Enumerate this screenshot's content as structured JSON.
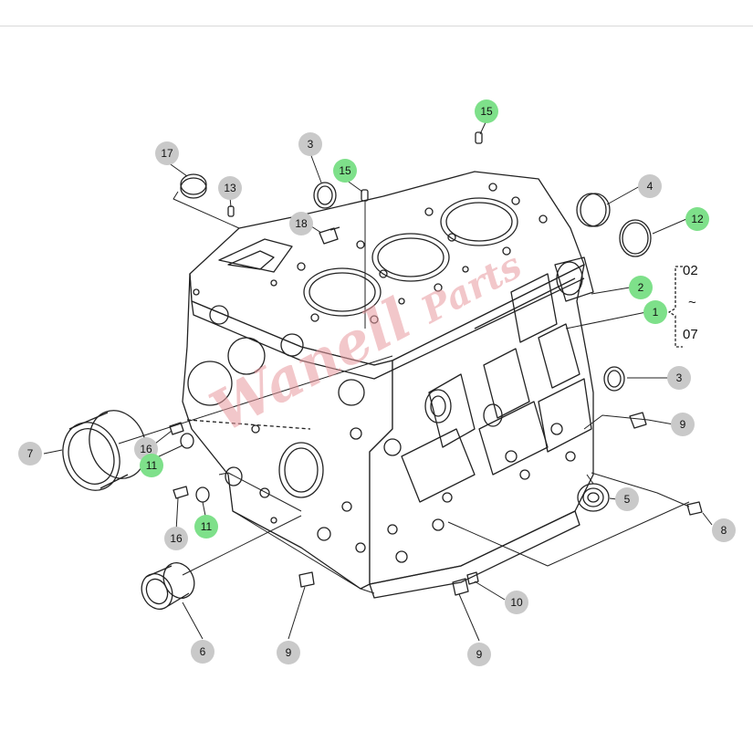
{
  "colors": {
    "highlight": "#7ee08a",
    "normal": "#c9c9c9",
    "line": "#222222",
    "watermark": "#e89aa0"
  },
  "watermark": {
    "text": "Wanell",
    "sub": "Parts"
  },
  "range_label": {
    "from": "02",
    "tilde": "~",
    "to": "07"
  },
  "callouts": [
    {
      "id": "c15a",
      "num": "15",
      "hl": true
    },
    {
      "id": "c17",
      "num": "17",
      "hl": false
    },
    {
      "id": "c3a",
      "num": "3",
      "hl": false
    },
    {
      "id": "c15b",
      "num": "15",
      "hl": true
    },
    {
      "id": "c13",
      "num": "13",
      "hl": false
    },
    {
      "id": "c18",
      "num": "18",
      "hl": false
    },
    {
      "id": "c4",
      "num": "4",
      "hl": false
    },
    {
      "id": "c12",
      "num": "12",
      "hl": true
    },
    {
      "id": "c2",
      "num": "2",
      "hl": true
    },
    {
      "id": "c1",
      "num": "1",
      "hl": true
    },
    {
      "id": "c3b",
      "num": "3",
      "hl": false
    },
    {
      "id": "c9a",
      "num": "9",
      "hl": false
    },
    {
      "id": "c7",
      "num": "7",
      "hl": false
    },
    {
      "id": "c16a",
      "num": "16",
      "hl": false
    },
    {
      "id": "c11a",
      "num": "11",
      "hl": true
    },
    {
      "id": "c5",
      "num": "5",
      "hl": false
    },
    {
      "id": "c8",
      "num": "8",
      "hl": false
    },
    {
      "id": "c16b",
      "num": "16",
      "hl": false
    },
    {
      "id": "c11b",
      "num": "11",
      "hl": true
    },
    {
      "id": "c10",
      "num": "10",
      "hl": false
    },
    {
      "id": "c6",
      "num": "6",
      "hl": false
    },
    {
      "id": "c9b",
      "num": "9",
      "hl": false
    },
    {
      "id": "c9c",
      "num": "9",
      "hl": false
    }
  ]
}
